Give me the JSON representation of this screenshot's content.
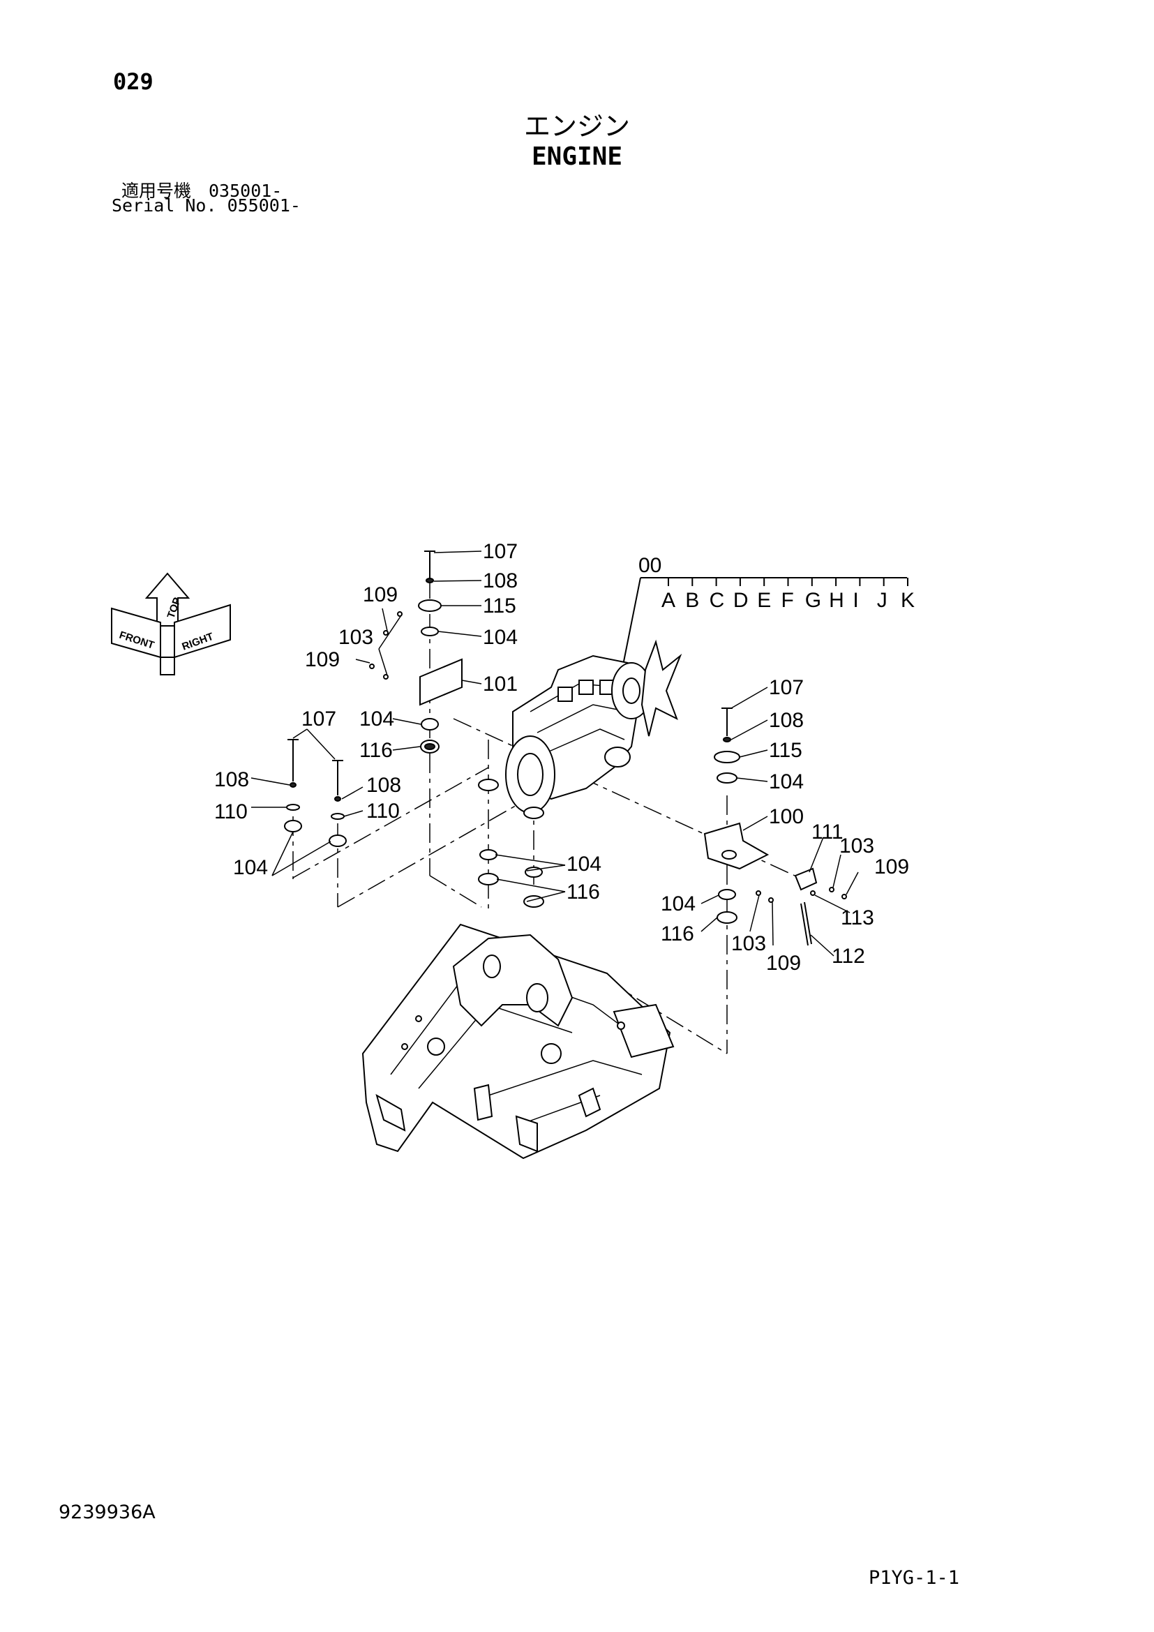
{
  "header": {
    "page_number": "029",
    "title_jp": "エンジン",
    "title_en": "ENGINE",
    "serial_jp": "適用号機　035001-",
    "serial_en": "Serial No. 055001-"
  },
  "footer": {
    "document_number": "9239936A",
    "sheet_code": "P1YG-1-1"
  },
  "orientation": {
    "top": "TOP",
    "front": "FRONT",
    "right": "RIGHT"
  },
  "assembly": {
    "label": "00",
    "variants": [
      "A",
      "B",
      "C",
      "D",
      "E",
      "F",
      "G",
      "H",
      "I",
      "J",
      "K"
    ]
  },
  "callouts": [
    {
      "id": "c-107-top",
      "text": "107"
    },
    {
      "id": "c-108-top",
      "text": "108"
    },
    {
      "id": "c-109-a",
      "text": "109"
    },
    {
      "id": "c-115-top",
      "text": "115"
    },
    {
      "id": "c-103-a",
      "text": "103"
    },
    {
      "id": "c-104-top",
      "text": "104"
    },
    {
      "id": "c-109-b",
      "text": "109"
    },
    {
      "id": "c-101",
      "text": "101"
    },
    {
      "id": "c-107-left",
      "text": "107"
    },
    {
      "id": "c-104-mid",
      "text": "104"
    },
    {
      "id": "c-116-mid",
      "text": "116"
    },
    {
      "id": "c-108-left",
      "text": "108"
    },
    {
      "id": "c-108-left2",
      "text": "108"
    },
    {
      "id": "c-110-left",
      "text": "110"
    },
    {
      "id": "c-110-left2",
      "text": "110"
    },
    {
      "id": "c-104-left",
      "text": "104"
    },
    {
      "id": "c-107-right",
      "text": "107"
    },
    {
      "id": "c-108-right",
      "text": "108"
    },
    {
      "id": "c-115-right",
      "text": "115"
    },
    {
      "id": "c-104-right",
      "text": "104"
    },
    {
      "id": "c-100",
      "text": "100"
    },
    {
      "id": "c-111",
      "text": "111"
    },
    {
      "id": "c-103-b",
      "text": "103"
    },
    {
      "id": "c-109-c",
      "text": "109"
    },
    {
      "id": "c-104-center",
      "text": "104"
    },
    {
      "id": "c-116-center",
      "text": "116"
    },
    {
      "id": "c-104-lower",
      "text": "104"
    },
    {
      "id": "c-116-lower",
      "text": "116"
    },
    {
      "id": "c-113",
      "text": "113"
    },
    {
      "id": "c-103-c",
      "text": "103"
    },
    {
      "id": "c-109-d",
      "text": "109"
    },
    {
      "id": "c-112",
      "text": "112"
    }
  ]
}
